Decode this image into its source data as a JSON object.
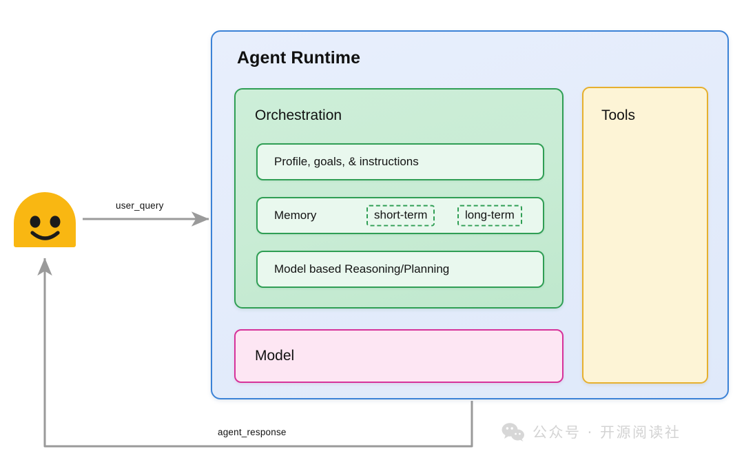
{
  "diagram": {
    "title": "Agent Runtime",
    "runtime": {
      "label": "Agent Runtime",
      "border_color": "#3b82d6",
      "fill_color": "#e4ecfb"
    },
    "orchestration": {
      "label": "Orchestration",
      "border_color": "#2f9e54",
      "fill_color": "#c9ecd5",
      "rows": [
        {
          "label": "Profile, goals, & instructions"
        },
        {
          "label": "Memory"
        },
        {
          "label": "Model based Reasoning/Planning"
        }
      ],
      "memory_chips": [
        {
          "label": "short-term"
        },
        {
          "label": "long-term"
        }
      ]
    },
    "model": {
      "label": "Model",
      "border_color": "#d6329a",
      "fill_color": "#fde6f3"
    },
    "tools": {
      "label": "Tools",
      "border_color": "#e6b02e",
      "fill_color": "#fdf4d6"
    },
    "actor": {
      "name": "user-avatar",
      "icon": "smiley-face-icon",
      "color": "#f9b712"
    },
    "edges": [
      {
        "name": "user-query",
        "label": "user_query",
        "direction": "user-to-runtime",
        "color": "#9a9a9a"
      },
      {
        "name": "agent-response",
        "label": "agent_response",
        "direction": "runtime-to-user",
        "color": "#9a9a9a"
      }
    ],
    "watermark": {
      "icon": "wechat-icon",
      "text": "公众号 · 开源阅读社",
      "color": "#c3c3c3"
    }
  }
}
